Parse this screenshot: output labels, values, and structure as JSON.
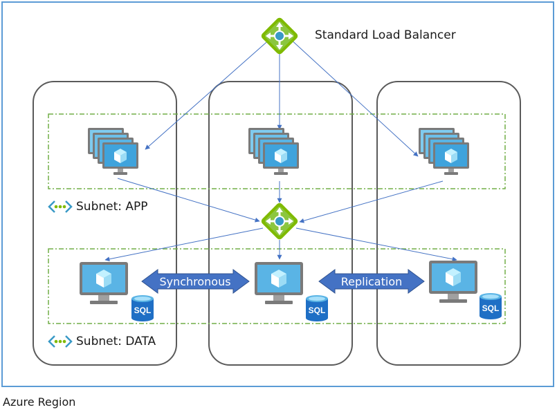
{
  "load_balancer": {
    "label": "Standard Load Balancer"
  },
  "subnets": {
    "app": {
      "label": "Subnet: APP"
    },
    "data": {
      "label": "Subnet: DATA"
    }
  },
  "region": {
    "label": "Azure Region"
  },
  "arrows": {
    "synchronous": "Synchronous",
    "replication": "Replication"
  },
  "db_badge": "SQL",
  "colors": {
    "region_border": "#5b9bd5",
    "zone_border": "#5a5a5a",
    "subnet_border": "#70ad47",
    "connector": "#4472c4",
    "replication_arrow": "#4472c4",
    "lb_green": "#7fba00",
    "vm_blue": "#3999c6",
    "sql_blue": "#1f6fc5"
  }
}
